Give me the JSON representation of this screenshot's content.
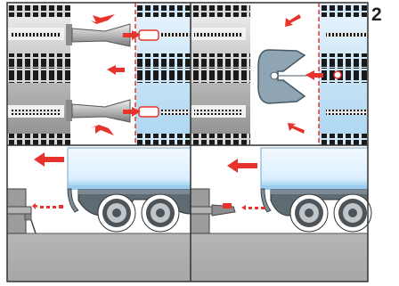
{
  "step": {
    "number": "2"
  },
  "colors": {
    "arrow_red": "#e8332c",
    "connector_gray": "#9eb1bd",
    "trailer_blue": "#cde6f7",
    "ground_gray": "#aeaeae",
    "panel_border": "#333333"
  },
  "panels": [
    {
      "name": "top-left-connectors",
      "icon": "cable-plug-icon"
    },
    {
      "name": "top-right-coupling-tool",
      "icon": "coupling-gauge-icon"
    },
    {
      "name": "bottom-left-trailer-approach",
      "icon": "trailer-icon"
    },
    {
      "name": "bottom-right-trailer-coupling",
      "icon": "trailer-icon"
    }
  ]
}
